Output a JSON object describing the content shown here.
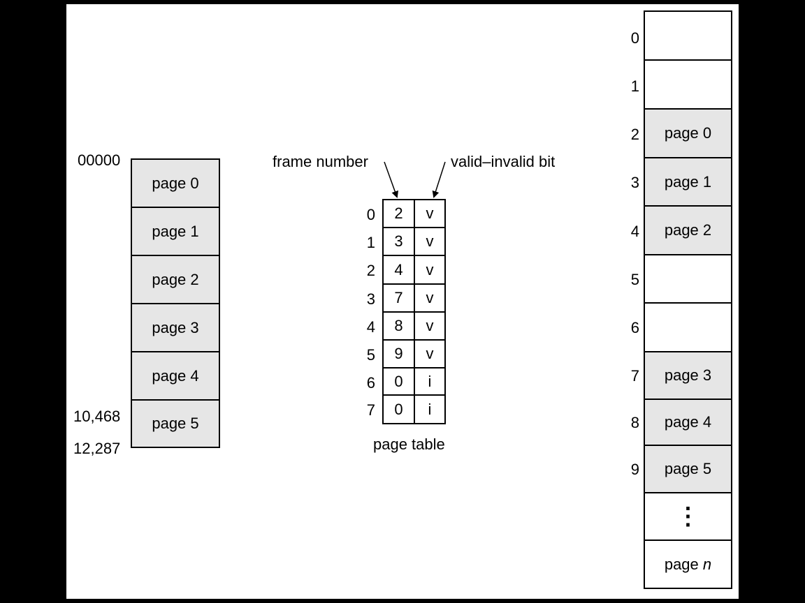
{
  "logical_memory": {
    "pages": [
      "page 0",
      "page 1",
      "page 2",
      "page 3",
      "page 4",
      "page 5"
    ],
    "addresses": {
      "start": "00000",
      "page5_start": "10,468",
      "end": "12,287"
    }
  },
  "page_table": {
    "caption": "page table",
    "frame_number_label": "frame number",
    "valid_invalid_label": "valid–invalid bit",
    "indices": [
      "0",
      "1",
      "2",
      "3",
      "4",
      "5",
      "6",
      "7"
    ],
    "frames": [
      "2",
      "3",
      "4",
      "7",
      "8",
      "9",
      "0",
      "0"
    ],
    "bits": [
      "v",
      "v",
      "v",
      "v",
      "v",
      "v",
      "i",
      "i"
    ]
  },
  "physical_memory": {
    "frame_numbers": [
      "0",
      "1",
      "2",
      "3",
      "4",
      "5",
      "6",
      "7",
      "8",
      "9"
    ],
    "frames": [
      "",
      "",
      "page 0",
      "page 1",
      "page 2",
      "",
      "",
      "page 3",
      "page 4",
      "page 5"
    ],
    "ellipsis": "⋮",
    "last_frame_prefix": "page",
    "last_frame_var": "n"
  },
  "colors": {
    "page_fill": "#e6e6e6",
    "empty_fill": "#ffffff",
    "background": "#000000"
  }
}
